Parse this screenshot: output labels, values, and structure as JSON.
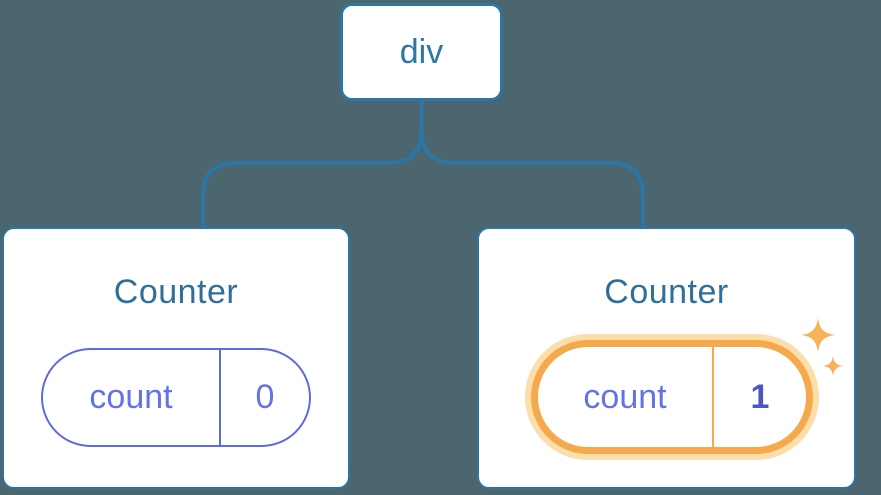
{
  "diagram": {
    "root": {
      "label": "div"
    },
    "children": [
      {
        "title": "Counter",
        "state": {
          "key": "count",
          "value": "0"
        },
        "highlighted": false
      },
      {
        "title": "Counter",
        "state": {
          "key": "count",
          "value": "1"
        },
        "highlighted": true
      }
    ],
    "colors": {
      "background": "#4c666f",
      "node-border": "#2b76a5",
      "connector": "#2b76a5",
      "root-label": "#2d77a8",
      "title": "#2f6f98",
      "pill-border": "#5d6ae0",
      "pill-text": "#6473e4",
      "value-highlight-text": "#4c55c0",
      "highlight-ring": "#f5a94d",
      "highlight-glow": "#fcdeab",
      "sparkle": "#f6b356",
      "card-bg": "#ffffff"
    }
  }
}
